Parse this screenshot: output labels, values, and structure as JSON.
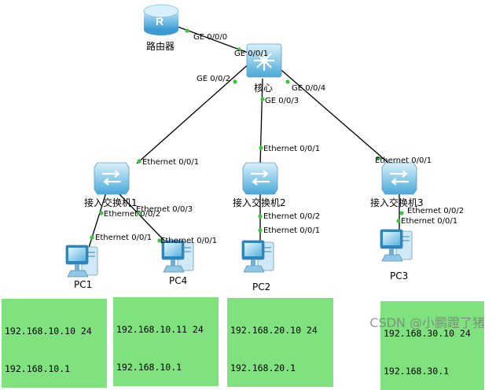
{
  "devices": {
    "router": "路由器",
    "core": "核心",
    "sw1": "接入交换机1",
    "sw2": "接入交换机2",
    "sw3": "接入交换机3",
    "pc1": "PC1",
    "pc2": "PC2",
    "pc3": "PC3",
    "pc4": "PC4"
  },
  "ports": {
    "router_ge000": "GE 0/0/0",
    "core_ge001": "GE 0/0/1",
    "core_ge002": "GE 0/0/2",
    "core_ge003": "GE 0/0/3",
    "core_ge004": "GE 0/0/4",
    "sw1_eth1": "Ethernet 0/0/1",
    "sw1_eth2": "Ethernet 0/0/2",
    "sw1_eth3": "Ethernet 0/0/3",
    "sw2_eth1": "Ethernet 0/0/1",
    "sw2_eth2": "Ethernet 0/0/2",
    "sw3_eth1": "Ethernet 0/0/1",
    "sw3_eth2": "Ethernet 0/0/2",
    "pc1_eth1": "Ethernet 0/0/1",
    "pc4_eth1": "Ethernet 0/0/1",
    "pc2_eth1": "Ethernet 0/0/1",
    "pc3_eth1": "Ethernet 0/0/1"
  },
  "ip_boxes": {
    "pc1": {
      "ip": "192.168.10.10 24",
      "gateway": "192.168.10.1"
    },
    "pc4": {
      "ip": "192.168.10.11 24",
      "gateway": "192.168.10.1"
    },
    "pc2": {
      "ip": "192.168.20.10 24",
      "gateway": "192.168.20.1"
    },
    "pc3": {
      "ip": "192.168.30.10 24",
      "gateway": "192.168.30.1"
    }
  },
  "watermark": "CSDN @小鹏蹬了猪",
  "colors": {
    "port_dot": "#3cc43c",
    "ip_box_bg": "#7fe27f",
    "device_blue": "#4aa8d8"
  }
}
